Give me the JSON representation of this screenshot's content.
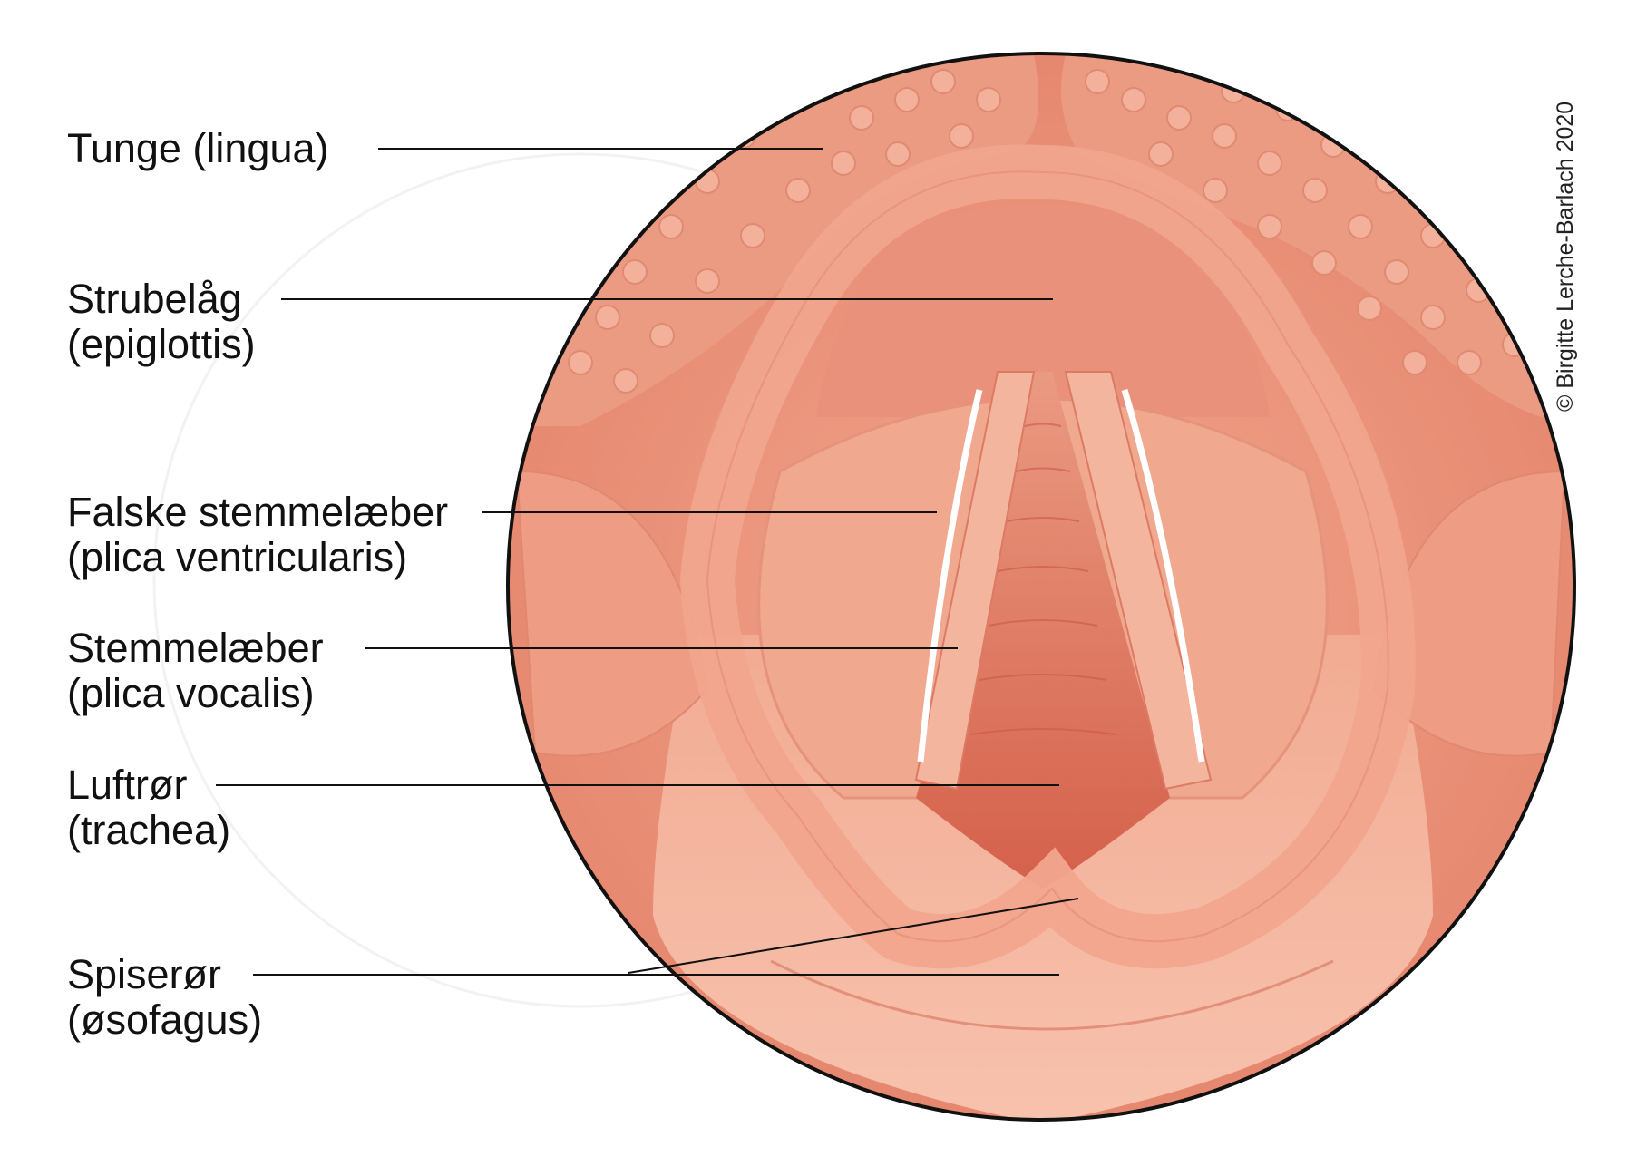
{
  "labels": [
    {
      "name": "Tunge (lingua)",
      "latin": ""
    },
    {
      "name": "Strubelåg",
      "latin": "(epiglottis)"
    },
    {
      "name": "Falske stemmelæber",
      "latin": "(plica ventricularis)"
    },
    {
      "name": "Stemmelæber",
      "latin": "(plica vocalis)"
    },
    {
      "name": "Luftrør",
      "latin": "(trachea)"
    },
    {
      "name": "Spiserør",
      "latin": "(øsofagus)"
    }
  ],
  "copyright": "© Birgitte Lerche-Barlach 2020",
  "colors": {
    "tissue": "#e98f78",
    "light": "#f4b8a2",
    "dark": "#d9664f",
    "outline": "#111111"
  }
}
